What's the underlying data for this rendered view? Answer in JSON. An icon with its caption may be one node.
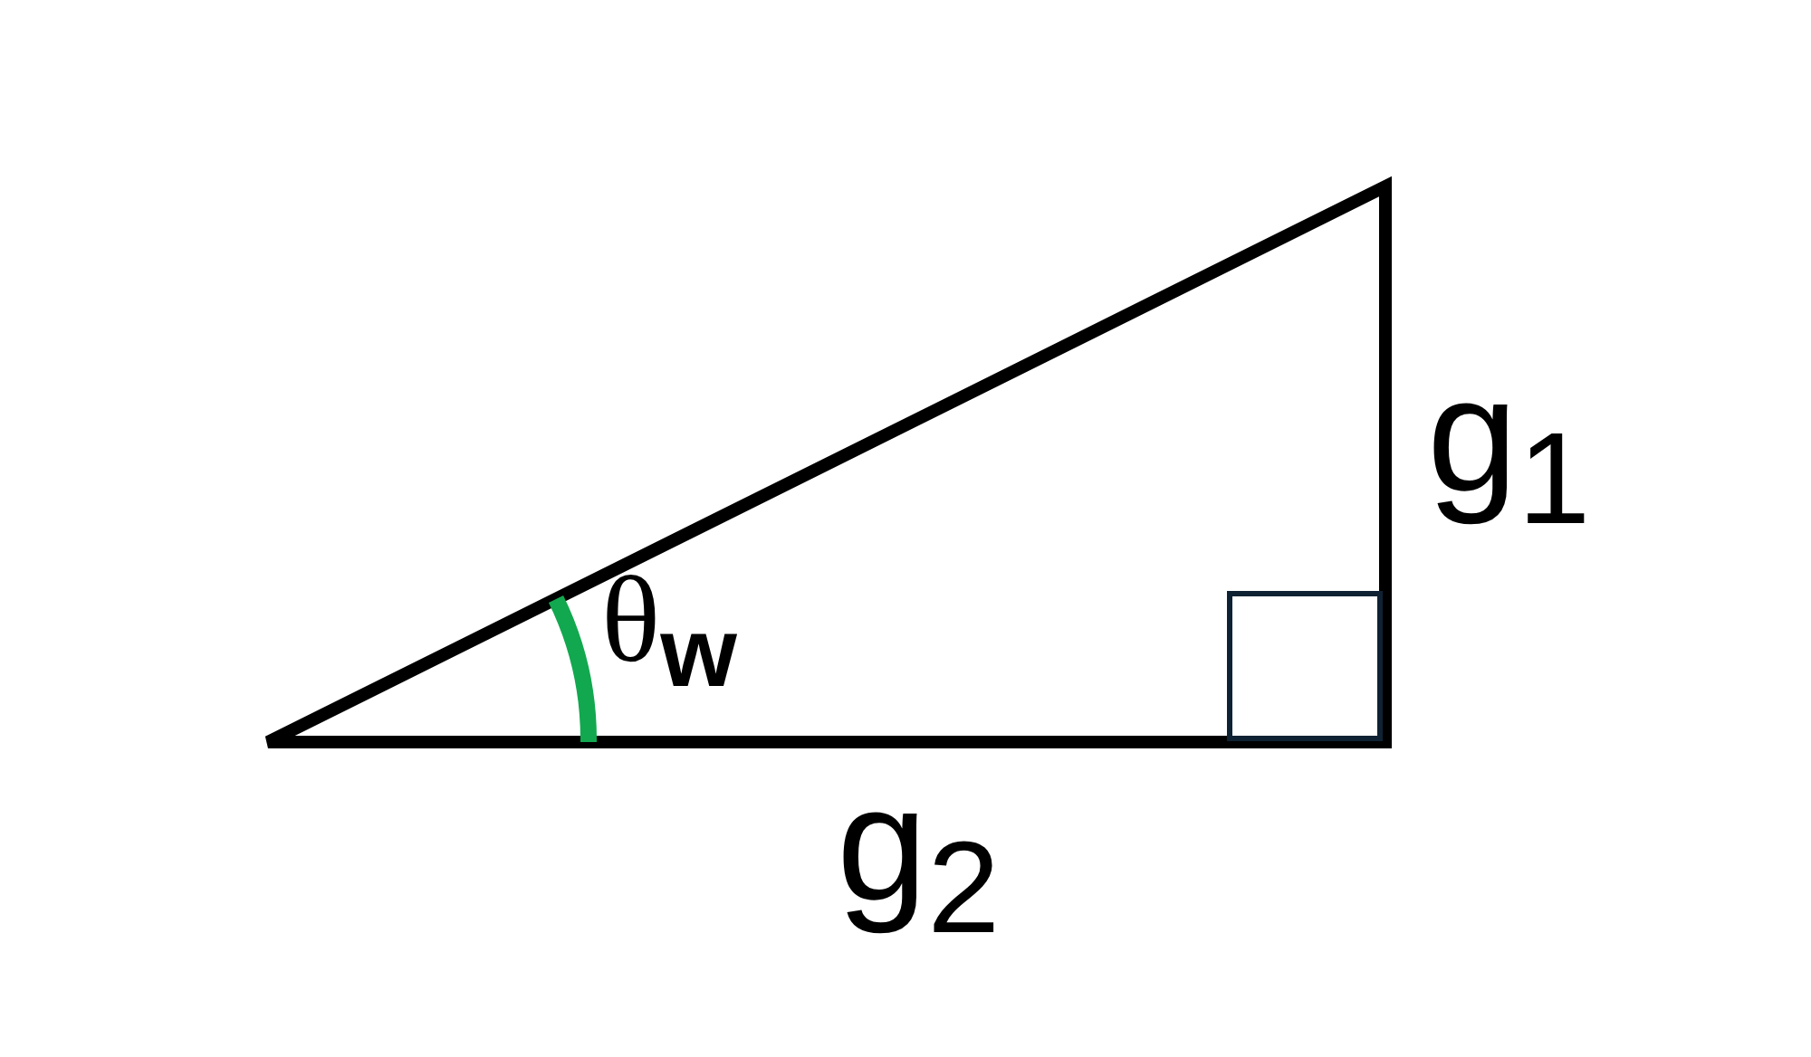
{
  "diagram": {
    "labels": [
      "g$_{1}$",
      "θ$_{w}$",
      "g$_{2}$"
    ]
  }
}
